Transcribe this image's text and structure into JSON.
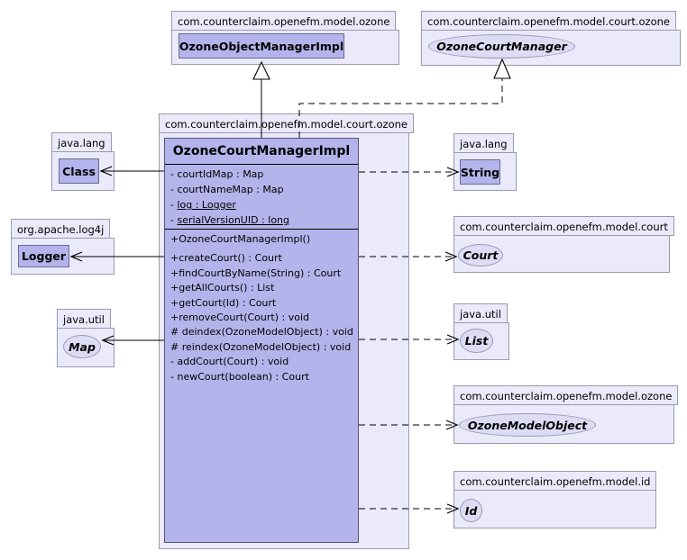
{
  "diagram_type": "uml-class-diagram",
  "colors": {
    "background": "#ffffff",
    "package_fill": "#eaeafa",
    "package_border": "#9a9aae",
    "class_fill": "#b4b4ec",
    "class_border": "#6a6a94",
    "interface_fill": "#dcdcf4",
    "interface_border": "#9a9ab4",
    "edge_color": "#000000"
  },
  "packages": {
    "top_left": {
      "name": "com.counterclaim.openefm.model.ozone"
    },
    "top_right": {
      "name": "com.counterclaim.openefm.model.court.ozone"
    },
    "center": {
      "name": "com.counterclaim.openefm.model.court.ozone"
    },
    "java_lang_left": {
      "name": "java.lang"
    },
    "log4j": {
      "name": "org.apache.log4j"
    },
    "java_util_left": {
      "name": "java.util"
    },
    "java_lang_right": {
      "name": "java.lang"
    },
    "model_court": {
      "name": "com.counterclaim.openefm.model.court"
    },
    "java_util_right": {
      "name": "java.util"
    },
    "model_ozone_right": {
      "name": "com.counterclaim.openefm.model.ozone"
    },
    "model_id": {
      "name": "com.counterclaim.openefm.model.id"
    }
  },
  "classes": {
    "ozone_object_manager_impl": "OzoneObjectManagerImpl",
    "ozone_court_manager": "OzoneCourtManager",
    "class": "Class",
    "logger": "Logger",
    "map": "Map",
    "string": "String",
    "court": "Court",
    "list": "List",
    "ozone_model_object": "OzoneModelObject",
    "id": "Id"
  },
  "main_class": {
    "name": "OzoneCourtManagerImpl",
    "attributes": [
      {
        "prefix": "- ",
        "text": "courtIdMap : Map",
        "static": false
      },
      {
        "prefix": "- ",
        "text": "courtNameMap : Map",
        "static": false
      },
      {
        "prefix": "- ",
        "text": "log : Logger",
        "static": true
      },
      {
        "prefix": "- ",
        "text": "serialVersionUID : long",
        "static": true
      }
    ],
    "methods": [
      {
        "prefix": "+",
        "text": "OzoneCourtManagerImpl()"
      },
      {
        "prefix": "+",
        "text": "createCourt() : Court"
      },
      {
        "prefix": "+",
        "text": "findCourtByName(String) : Court"
      },
      {
        "prefix": "+",
        "text": "getAllCourts() : List"
      },
      {
        "prefix": "+",
        "text": "getCourt(Id) : Court"
      },
      {
        "prefix": "+",
        "text": "removeCourt(Court) : void"
      },
      {
        "prefix": "# ",
        "text": "deindex(OzoneModelObject) : void"
      },
      {
        "prefix": "# ",
        "text": "reindex(OzoneModelObject) : void"
      },
      {
        "prefix": "- ",
        "text": "addCourt(Court) : void"
      },
      {
        "prefix": "- ",
        "text": "newCourt(boolean) : Court"
      }
    ]
  },
  "relationships": [
    {
      "type": "generalization",
      "from": "OzoneCourtManagerImpl",
      "to": "OzoneObjectManagerImpl",
      "line": "solid",
      "arrow": "hollow-triangle"
    },
    {
      "type": "realization",
      "from": "OzoneCourtManagerImpl",
      "to": "OzoneCourtManager",
      "line": "dashed",
      "arrow": "hollow-triangle"
    },
    {
      "type": "association",
      "from": "OzoneCourtManagerImpl",
      "to": "Class",
      "line": "solid",
      "arrow": "open"
    },
    {
      "type": "association",
      "from": "OzoneCourtManagerImpl",
      "to": "Logger",
      "line": "solid",
      "arrow": "open"
    },
    {
      "type": "association",
      "from": "OzoneCourtManagerImpl",
      "to": "Map",
      "line": "solid",
      "arrow": "open"
    },
    {
      "type": "dependency",
      "from": "OzoneCourtManagerImpl",
      "to": "String",
      "line": "dashed",
      "arrow": "open"
    },
    {
      "type": "dependency",
      "from": "OzoneCourtManagerImpl",
      "to": "Court",
      "line": "dashed",
      "arrow": "open"
    },
    {
      "type": "dependency",
      "from": "OzoneCourtManagerImpl",
      "to": "List",
      "line": "dashed",
      "arrow": "open"
    },
    {
      "type": "dependency",
      "from": "OzoneCourtManagerImpl",
      "to": "OzoneModelObject",
      "line": "dashed",
      "arrow": "open"
    },
    {
      "type": "dependency",
      "from": "OzoneCourtManagerImpl",
      "to": "Id",
      "line": "dashed",
      "arrow": "open"
    }
  ]
}
